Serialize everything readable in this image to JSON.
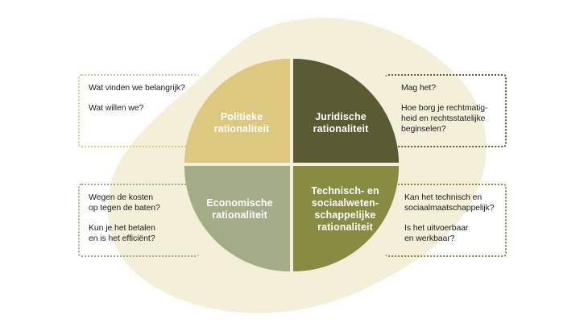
{
  "colors": {
    "background": "#ffffff",
    "blob": "#f3efd9",
    "politiek": "#dcc87e",
    "juridisch": "#5a5b33",
    "economisch": "#a4ab87",
    "technisch": "#878c42",
    "text": "#1e1e1e",
    "label_text": "#ffffff"
  },
  "quadrants": [
    {
      "id": "politiek",
      "label": "Politieke\nrationaliteit",
      "questions": [
        "Wat vinden we belangrijk?",
        "Wat willen we?"
      ]
    },
    {
      "id": "juridisch",
      "label": "Juridische\nrationaliteit",
      "questions": [
        "Mag het?",
        "Hoe borg je rechtmatig-\nheid en rechtsstatelijke\nbeginselen?"
      ]
    },
    {
      "id": "economisch",
      "label": "Economische\nrationaliteit",
      "questions": [
        "Wegen de kosten\nop tegen de baten?",
        "Kun je het betalen\nen is het efficiënt?"
      ]
    },
    {
      "id": "technisch",
      "label": "Technisch- en\nsociaalweten-\nschappelijke\nrationaliteit",
      "questions": [
        "Kan het technisch en\nsociaalmaatschappelijk?",
        "Is het uitvoerbaar\nen werkbaar?"
      ]
    }
  ]
}
